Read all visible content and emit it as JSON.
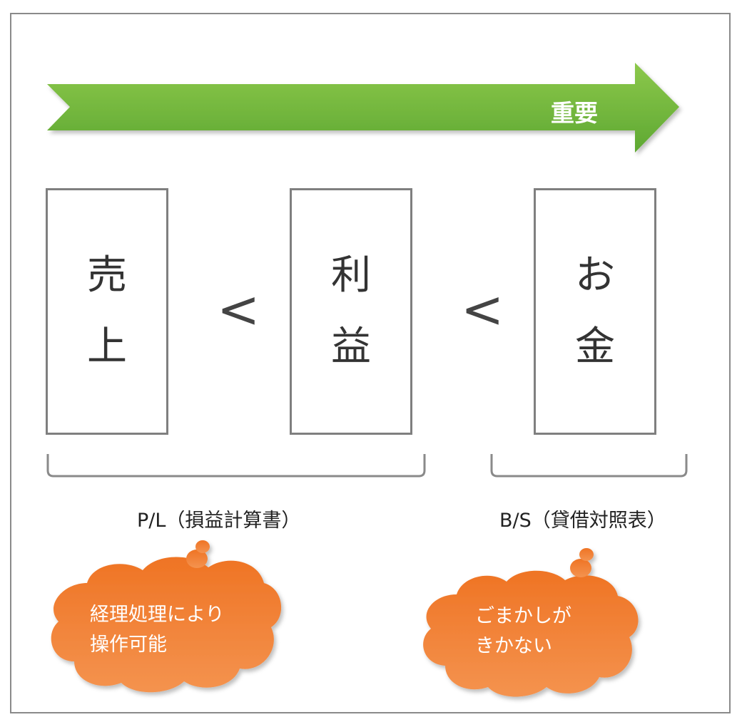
{
  "arrow": {
    "label": "重要",
    "color": "#6db33f"
  },
  "boxes": [
    {
      "chars": [
        "売",
        "上"
      ]
    },
    {
      "chars": [
        "利",
        "益"
      ]
    },
    {
      "chars": [
        "お",
        "金"
      ]
    }
  ],
  "comparators": [
    "<",
    "<"
  ],
  "brackets": [
    {
      "label": "P/L（損益計算書）"
    },
    {
      "label": "B/S（貸借対照表）"
    }
  ],
  "callouts": [
    {
      "lines": [
        "経理処理により",
        "操作可能"
      ],
      "color": "#ef7a2e"
    },
    {
      "lines": [
        "ごまかしが",
        "きかない"
      ],
      "color": "#ef7a2e"
    }
  ]
}
